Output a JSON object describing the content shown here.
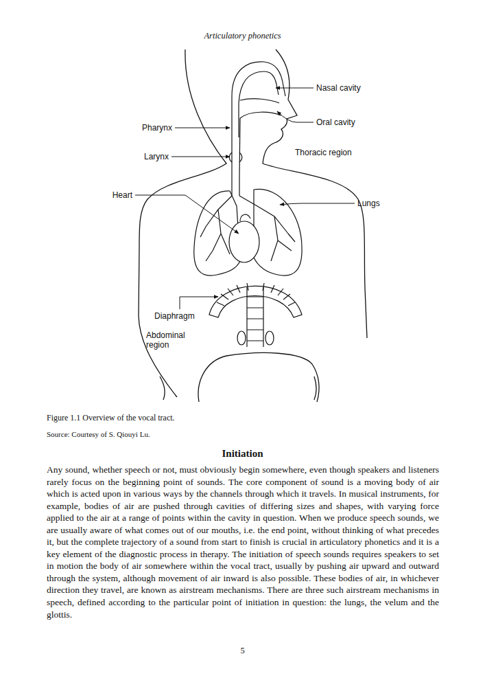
{
  "diagram": {
    "title": "Articulatory phonetics",
    "caption": "Figure 1.1 Overview of the vocal tract.",
    "labels": [
      "Nasal cavity",
      "Oral cavity",
      "Pharynx",
      "Larynx",
      "Thoracic region",
      "Heart",
      "Lungs",
      "Diaphragm",
      "Abdominal region",
      "Source: Courtesy of S. Qiouyi Lu.",
      "Initiation",
      "Any sound, whether speech or not, must obviously begin somewhere, even though speakers and listeners rarely focus on the beginning point of sounds. The core component of sound is a moving body of air which is acted upon in various ways by the channels through which it travels. In musical instruments, for example, bodies of air are pushed through cavities of differing sizes and shapes, with varying force applied to the air at a range of points within the cavity in question. When we produce speech sounds, we are usually aware of what comes out of our mouths, i.e. the end point, without thinking of what precedes it, but the complete trajectory of a sound from start to finish is crucial in articulatory phonetics and it is a key element of the diagnostic process in therapy. The initiation of speech sounds requires speakers to set in motion the body of air somewhere within the vocal tract, usually by pushing air upward and outward through the system, although movement of air inward is also possible. These bodies of air, in whichever direction they travel, are known as airstream mechanisms. There are three such airstream mechanisms in speech, defined according to the particular point of initiation in question: the lungs, the velum and the glottis.",
      "5"
    ]
  }
}
